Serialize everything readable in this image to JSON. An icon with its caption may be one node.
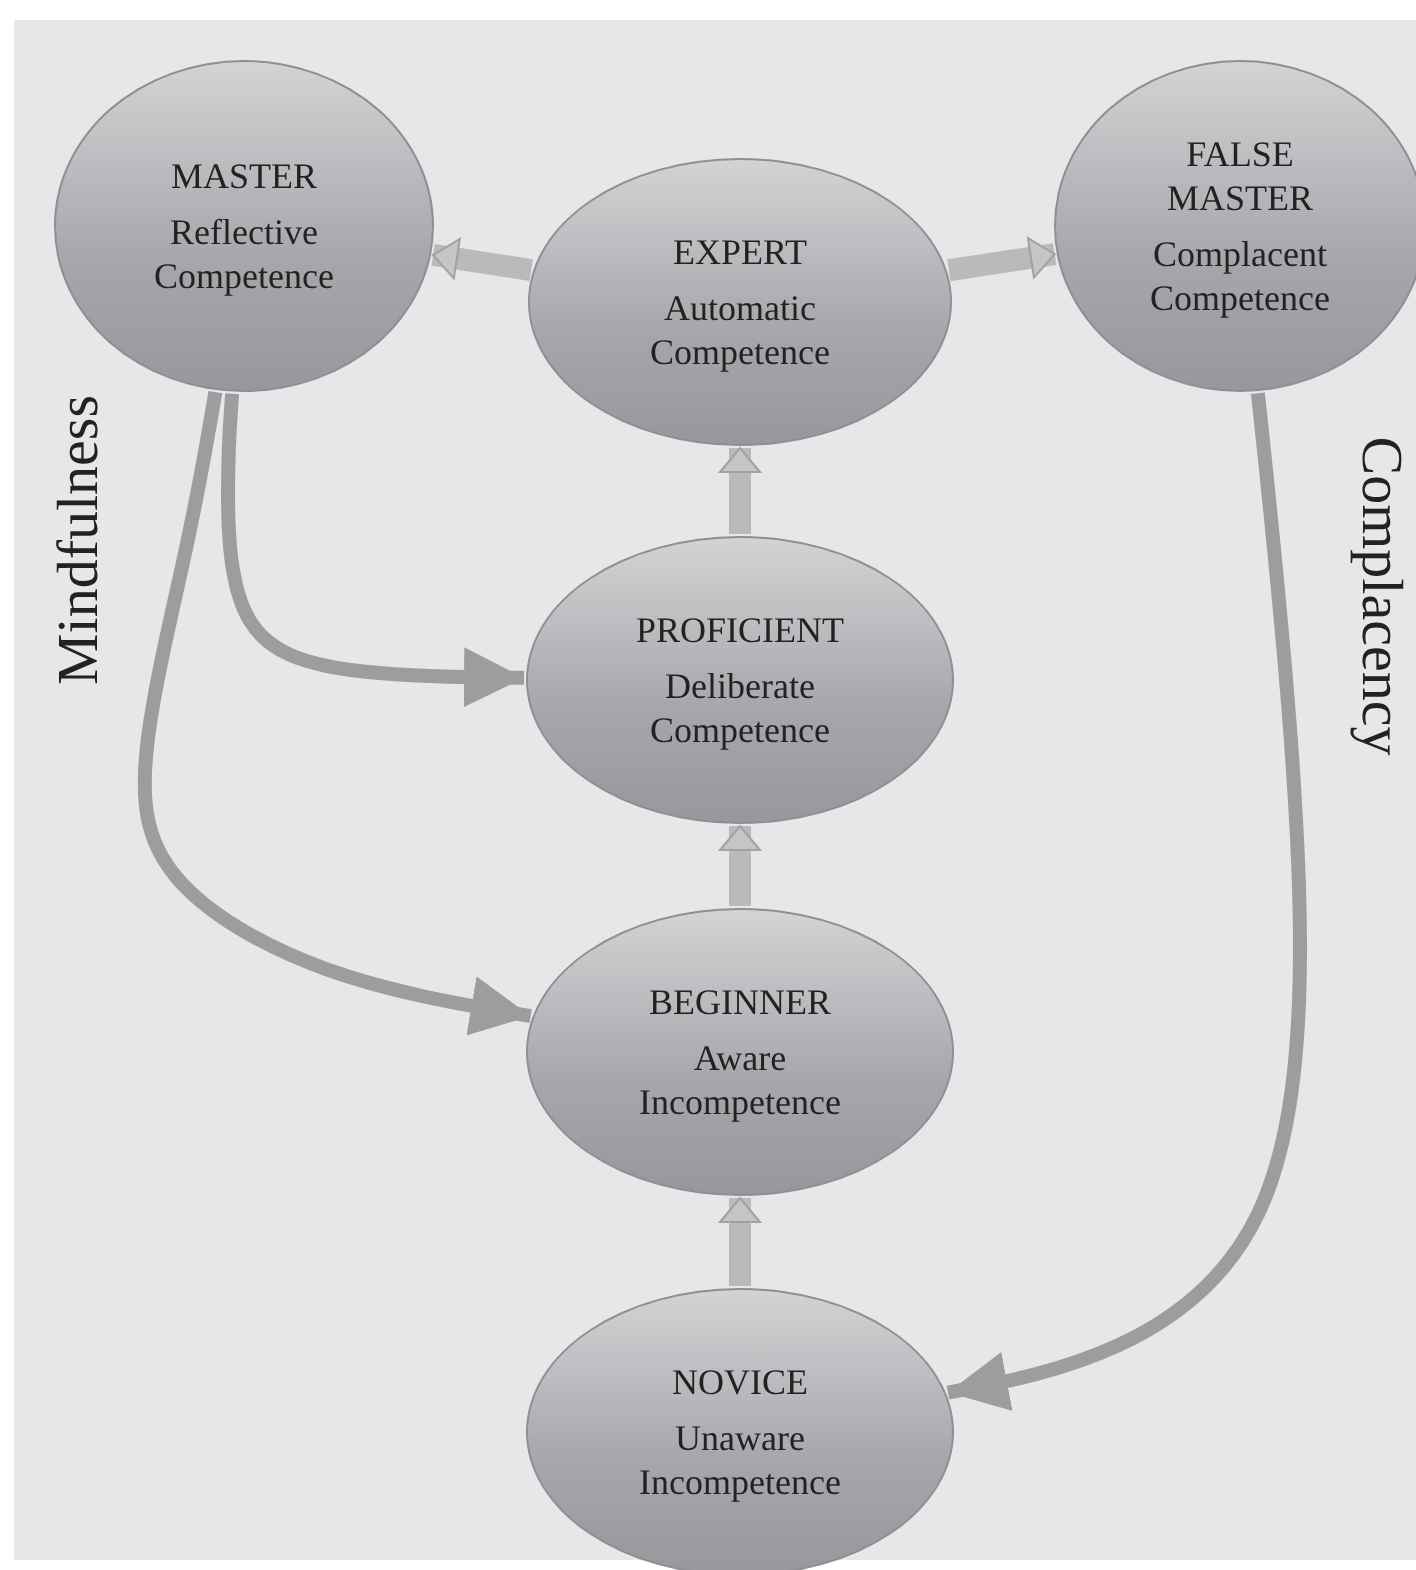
{
  "diagram": {
    "nodes": [
      {
        "text": [
          "MASTER",
          "Reflective Competence"
        ]
      },
      {
        "text": [
          "EXPERT",
          "Automatic Competence"
        ]
      },
      {
        "text": [
          "FALSE MASTER",
          "Complacent Competence"
        ]
      },
      {
        "text": [
          "PROFICIENT",
          "Deliberate Competence"
        ]
      },
      {
        "text": [
          "BEGINNER",
          "Aware Incompetence"
        ]
      },
      {
        "text": [
          "NOVICE",
          "Unaware Incompetence"
        ]
      }
    ],
    "edges": [
      {
        "from": 1,
        "to": 0,
        "arrow": "to"
      },
      {
        "from": 1,
        "to": 2,
        "arrow": "to"
      },
      {
        "from": 3,
        "to": 1,
        "arrow": "to"
      },
      {
        "from": 4,
        "to": 3,
        "arrow": "to"
      },
      {
        "from": 5,
        "to": 4,
        "arrow": "to"
      },
      {
        "from": 0,
        "to": 3,
        "arrow": "to",
        "color": "#9c9d9f"
      },
      {
        "from": 0,
        "to": 4,
        "arrow": "to",
        "color": "#9c9d9f"
      },
      {
        "from": 2,
        "to": 5,
        "arrow": "to",
        "color": "#9c9d9f"
      }
    ],
    "labels": [
      "Mindfulness",
      "Complacency"
    ]
  }
}
